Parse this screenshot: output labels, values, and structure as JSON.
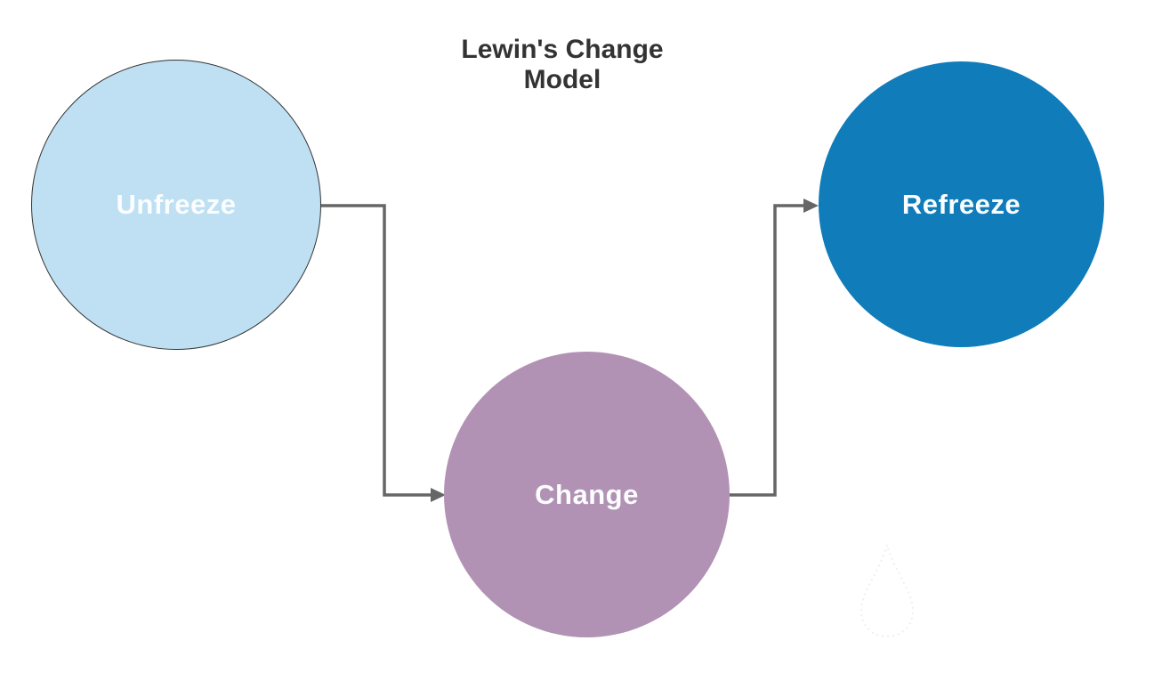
{
  "diagram": {
    "title_lines": [
      "Lewin's Change",
      "Model"
    ],
    "nodes": [
      {
        "id": "unfreeze",
        "label": "Unfreeze"
      },
      {
        "id": "change",
        "label": "Change"
      },
      {
        "id": "refreeze",
        "label": "Refreeze"
      }
    ],
    "connectors": [
      {
        "from": "unfreeze",
        "to": "change"
      },
      {
        "from": "change",
        "to": "refreeze"
      }
    ]
  },
  "colors": {
    "background": "#ffffff",
    "title_text": "#333333",
    "node_unfreeze_fill": "#BEE0F2",
    "node_unfreeze_border": "#333333",
    "node_change_fill": "#B192B4",
    "node_refreeze_fill": "#107CBA",
    "node_label_text": "#FBFDFE",
    "connector": "#666666",
    "watermark": "#ededed"
  }
}
